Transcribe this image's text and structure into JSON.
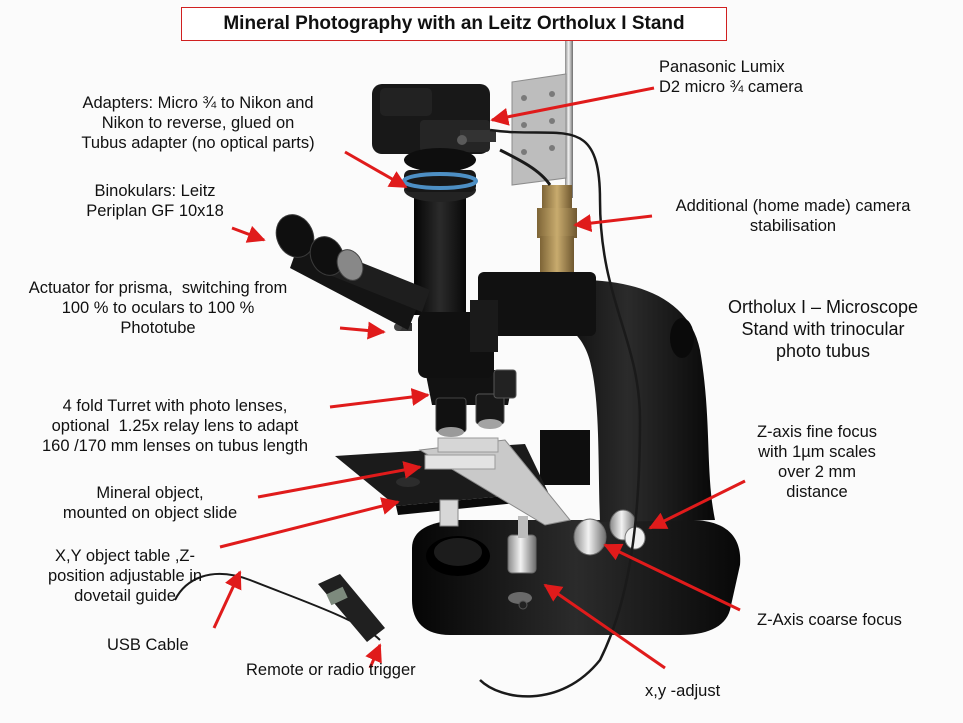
{
  "title": "Mineral Photography with an Leitz Ortholux I Stand",
  "subtitle": "Ortholux I – Microscope\nStand with trinocular\nphoto tubus",
  "labels": {
    "camera": "Panasonic Lumix\nD2 micro ¾ camera",
    "adapters": "Adapters: Micro ¾ to Nikon and\nNikon to reverse, glued on\nTubus adapter (no optical parts)",
    "binoculars": "Binokulars: Leitz\nPeriplan GF 10x18",
    "stabilisation": "Additional (home made) camera\nstabilisation",
    "actuator": "Actuator for prisma,  switching from\n100 % to oculars to 100 %\nPhototube",
    "turret": "4 fold Turret with photo lenses,\noptional  1.25x relay lens to adapt\n160 /170 mm lenses on tubus length",
    "fine_focus": "Z-axis fine focus\nwith 1µm scales\nover 2 mm\ndistance",
    "mineral_object": "Mineral object,\nmounted on object slide",
    "object_table": "X,Y object table ,Z-\nposition adjustable in\ndovetail guide",
    "usb_cable": "USB Cable",
    "remote_trigger": "Remote or radio trigger",
    "coarse_focus": "Z-Axis coarse focus",
    "xy_adjust": "x,y -adjust"
  },
  "colors": {
    "arrow": "#e01b1b",
    "title_border": "#d02020",
    "stand": "#141414",
    "brass": "#a58a52"
  }
}
